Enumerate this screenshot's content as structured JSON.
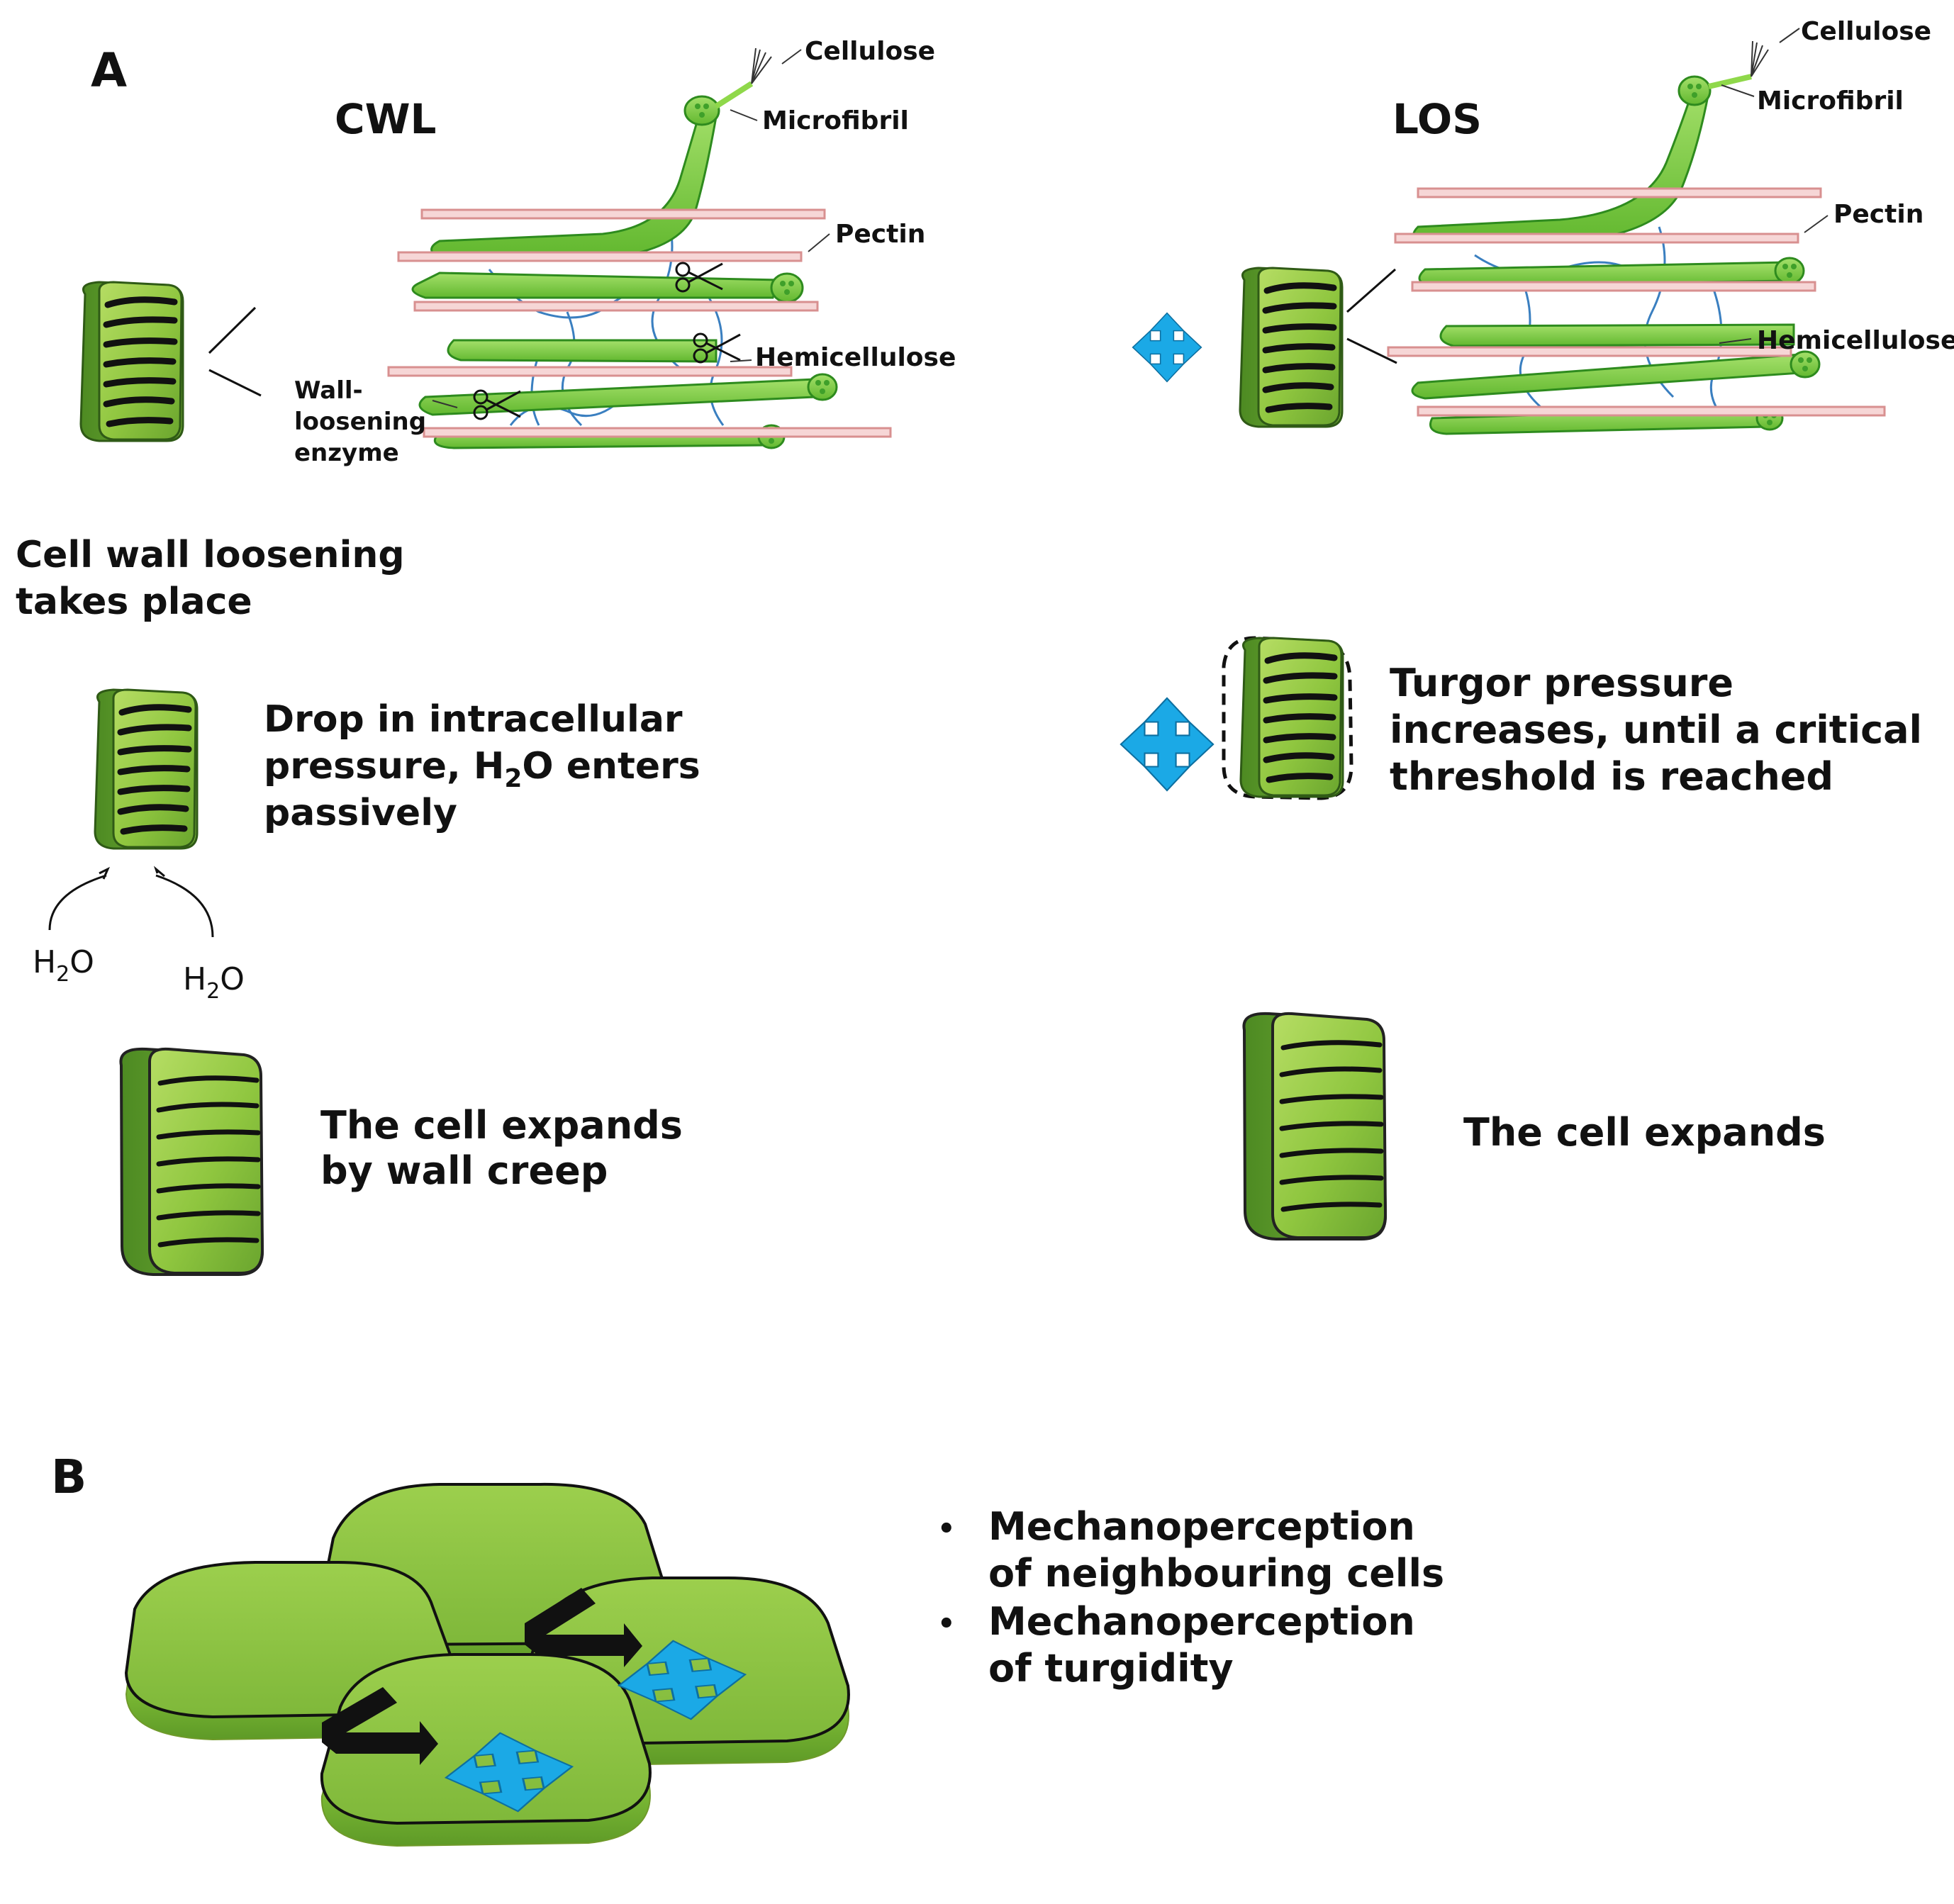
{
  "panel_a": {
    "label": "A",
    "cwl": {
      "title": "CWL",
      "labels": {
        "cellulose": "Cellulose",
        "microfibril": "Microfibril",
        "pectin": "Pectin",
        "hemicellulose": "Hemicellulose",
        "enzyme_line1": "Wall-",
        "enzyme_line2": "loosening",
        "enzyme_line3": "enzyme"
      },
      "step1": [
        "Cell wall loosening",
        "takes place"
      ],
      "step2": [
        "Drop in intracellular",
        "pressure, H",
        "2",
        "O enters",
        "passively"
      ],
      "water": [
        "H",
        "2",
        "O"
      ],
      "step3": [
        "The cell expands",
        "by wall creep"
      ]
    },
    "los": {
      "title": "LOS",
      "labels": {
        "cellulose": "Cellulose",
        "microfibril": "Microfibril",
        "pectin": "Pectin",
        "hemicellulose": "Hemicellulose"
      },
      "step2": [
        "Turgor pressure",
        "increases, until a critical",
        "threshold is reached"
      ],
      "step3": [
        "The cell expands"
      ]
    }
  },
  "panel_b": {
    "label": "B",
    "bullets": [
      [
        "Mechanoperception",
        "of neighbouring cells"
      ],
      [
        "Mechanoperception",
        "of turgidity"
      ]
    ],
    "bullet_symbol": "•"
  },
  "colors": {
    "cell_green": "#8fc63f",
    "cell_dark": "#3f7a1e",
    "microfibril": "#7ed043",
    "pectin_fill": "#f6d6d6",
    "pectin_stroke": "#d89090",
    "hemicellulose": "#3a7fc0",
    "arrow_blue": "#1ba9e6",
    "signal_black": "#111111"
  }
}
